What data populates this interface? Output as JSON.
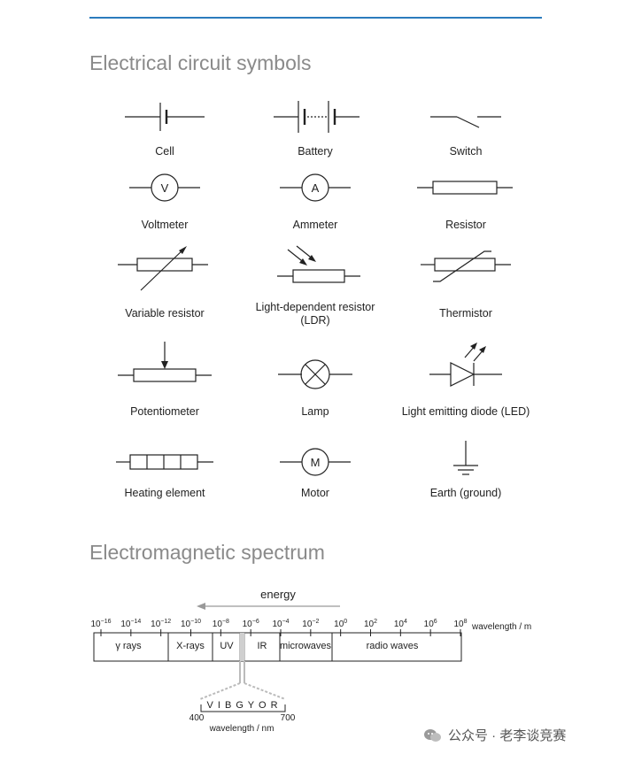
{
  "section1": {
    "title": "Electrical circuit symbols"
  },
  "symbols": [
    {
      "label": "Cell",
      "icon": "cell-symbol"
    },
    {
      "label": "Battery",
      "icon": "battery-symbol"
    },
    {
      "label": "Switch",
      "icon": "switch-symbol"
    },
    {
      "label": "Voltmeter",
      "icon": "voltmeter-symbol",
      "letter": "V"
    },
    {
      "label": "Ammeter",
      "icon": "ammeter-symbol",
      "letter": "A"
    },
    {
      "label": "Resistor",
      "icon": "resistor-symbol"
    },
    {
      "label": "Variable resistor",
      "icon": "variable-resistor-symbol"
    },
    {
      "label": "Light-dependent resistor\n(LDR)",
      "icon": "ldr-symbol"
    },
    {
      "label": "Thermistor",
      "icon": "thermistor-symbol"
    },
    {
      "label": "Potentiometer",
      "icon": "potentiometer-symbol"
    },
    {
      "label": "Lamp",
      "icon": "lamp-symbol"
    },
    {
      "label": "Light emitting diode (LED)",
      "icon": "led-symbol"
    },
    {
      "label": "Heating element",
      "icon": "heating-element-symbol"
    },
    {
      "label": "Motor",
      "icon": "motor-symbol",
      "letter": "M"
    },
    {
      "label": "Earth (ground)",
      "icon": "earth-symbol"
    }
  ],
  "section2": {
    "title": "Electromagnetic spectrum"
  },
  "spectrum": {
    "energy_label": "energy",
    "axis_unit": "wavelength / m",
    "ticks": [
      {
        "base": "10",
        "exp": "−16"
      },
      {
        "base": "10",
        "exp": "−14"
      },
      {
        "base": "10",
        "exp": "−12"
      },
      {
        "base": "10",
        "exp": "−10"
      },
      {
        "base": "10",
        "exp": "−8"
      },
      {
        "base": "10",
        "exp": "−6"
      },
      {
        "base": "10",
        "exp": "−4"
      },
      {
        "base": "10",
        "exp": "−2"
      },
      {
        "base": "10",
        "exp": "0"
      },
      {
        "base": "10",
        "exp": "2"
      },
      {
        "base": "10",
        "exp": "4"
      },
      {
        "base": "10",
        "exp": "6"
      },
      {
        "base": "10",
        "exp": "8"
      }
    ],
    "regions": [
      "γ rays",
      "X-rays",
      "UV",
      "IR",
      "microwaves",
      "radio waves"
    ],
    "visible_letters": "V I B G Y O R",
    "visible_min": "400",
    "visible_max": "700",
    "visible_unit": "wavelength / nm"
  },
  "watermark": {
    "text": "公众号 · 老李谈竞赛",
    "icon": "wechat-icon"
  }
}
